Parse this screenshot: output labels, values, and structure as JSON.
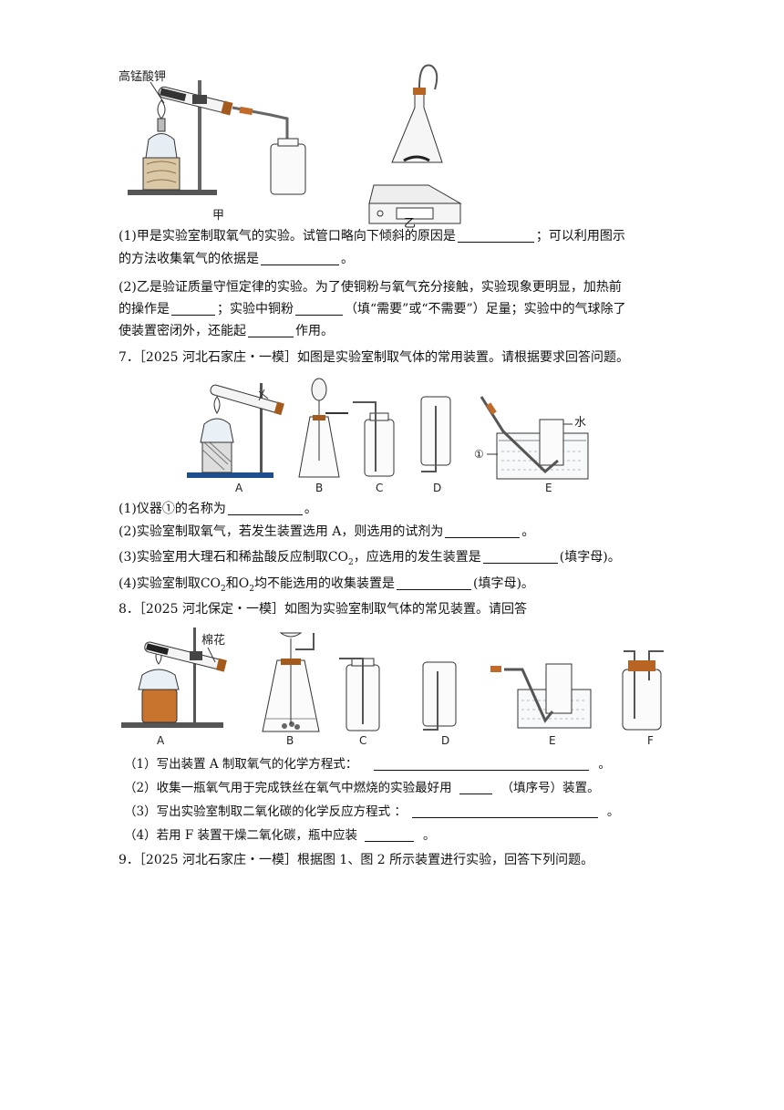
{
  "fig6": {
    "label_kmno4": "高锰酸钾",
    "caption_jia": "甲",
    "caption_yi": "乙"
  },
  "q6": {
    "p1_a": "(1)甲是实验室制取氧气的实验。试管口略向下倾斜的原因是",
    "p1_b": "；可以利用图示",
    "p1_c": "的方法收集氧气的依据是",
    "p1_d": "。",
    "p2_a": "(2)乙是验证质量守恒定律的实验。为了使铜粉与氧气充分接触，实验现象更明显，加热前",
    "p2_b": "的操作是",
    "p2_c": "；实验中铜粉",
    "p2_d": "（填“需要”或“不需要”）足量；实验中的气球除了",
    "p2_e": "使装置密闭外，还能起",
    "p2_f": "作用。"
  },
  "q7": {
    "head": "7．［2025 河北石家庄・一模］如图是实验室制取气体的常用装置。请根据要求回答问题。",
    "labels": [
      "A",
      "B",
      "C",
      "D",
      "E"
    ],
    "label_water": "水",
    "label_one": "①",
    "s1_a": "(1)仪器①的名称为",
    "s1_b": "。",
    "s2_a": "(2)实验室制取氧气，若发生装置选用 A，则选用的试剂为",
    "s2_b": "。",
    "s3_a": "(3)实验室用大理石和稀盐酸反应制取CO",
    "s3_sub": "2",
    "s3_b": "，应选用的发生装置是",
    "s3_c": "(填字母)。",
    "s4_a": "(4)实验室制取CO",
    "s4_sub1": "2",
    "s4_mid": "和O",
    "s4_sub2": "2",
    "s4_b": "均不能选用的收集装置是",
    "s4_c": "(填字母)。"
  },
  "q8": {
    "head": "8．［2025 河北保定・一模］如图为实验室制取气体的常见装置。请回答",
    "label_cotton": "棉花",
    "labels": [
      "A",
      "B",
      "C",
      "D",
      "E",
      "F"
    ],
    "s1_a": "（1）写出装置 A 制取氧气的化学方程式：",
    "s1_b": "。",
    "s2_a": "（2）收集一瓶氧气用于完成铁丝在氧气中燃烧的实验最好用",
    "s2_b": "（填序号）装置。",
    "s3_a": "（3）写出实验室制取二氧化碳的化学反应方程式 ：",
    "s3_b": "。",
    "s4_a": "（4）若用 F 装置干燥二氧化碳，瓶中应装",
    "s4_b": "。"
  },
  "q9": {
    "head": "9．［2025 河北石家庄・一模］根据图 1、图 2 所示装置进行实验，回答下列问题。"
  }
}
